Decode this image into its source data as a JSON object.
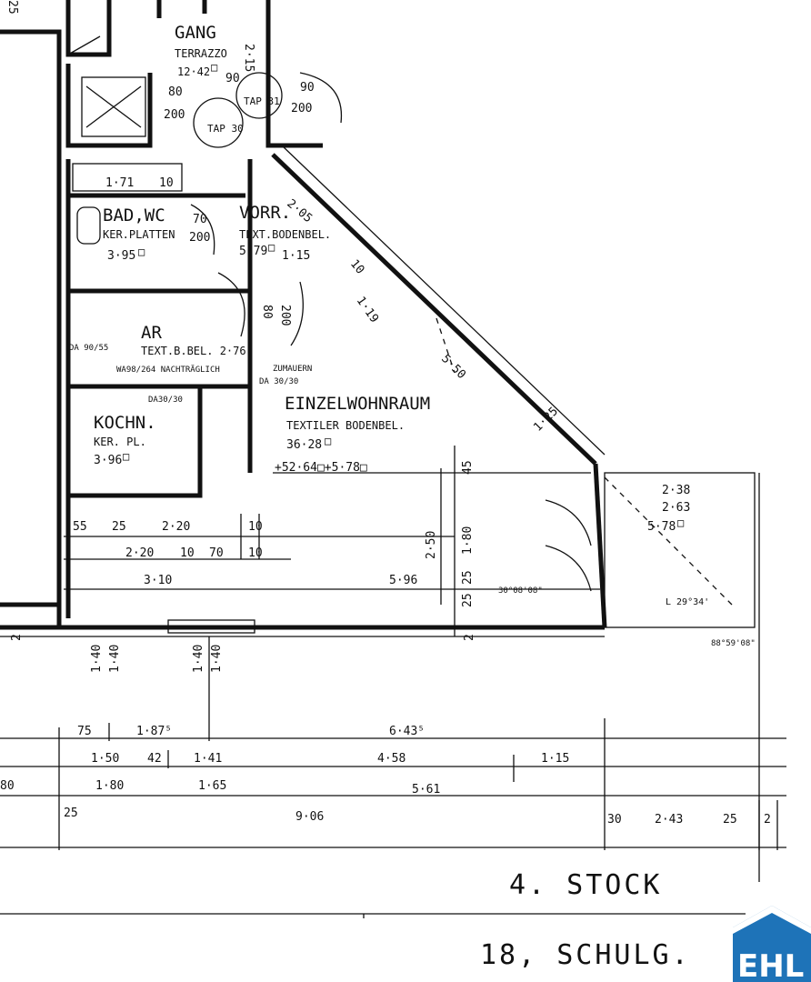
{
  "rooms": {
    "gang": {
      "name": "GANG",
      "material": "TERRAZZO",
      "area": "12·42",
      "unit": "□"
    },
    "bad": {
      "name": "BAD,WC",
      "material": "KER.PLATTEN",
      "area": "3·95",
      "unit": "□"
    },
    "vorr": {
      "name": "VORR.",
      "material": "TEXT.BODENBEL.",
      "area": "5·79",
      "unit": "□"
    },
    "ar": {
      "name": "AR",
      "material": "TEXT.B.BEL. 2·76",
      "extra": "WA98/264 NACHTRÄGLICH"
    },
    "koch": {
      "name": "KOCHN.",
      "material": "KER. PL.",
      "area": "3·96",
      "unit": "□"
    },
    "einzel": {
      "name": "EINZELWOHNRAUM",
      "material": "TEXTILER BODENBEL.",
      "area": "36·28",
      "unit": "□",
      "sum": "+52·64□+5·78□"
    },
    "balkon": {
      "area": "5·78",
      "unit": "□",
      "d1": "2·38",
      "d2": "2·63"
    }
  },
  "annotations": {
    "tap30": "TAP 30",
    "tap31": "TAP 31",
    "zumauern": "ZUMAUERN",
    "da3030": "DA 30/30",
    "da3030b": "DA30/30",
    "da9055": "DA 90/55",
    "angle1": "30°08'08\"",
    "angle2": "L 29°34'",
    "angle3": "88°59'08\""
  },
  "dimensions": {
    "d_215": "2·15",
    "d_90a": "90",
    "d_80": "80",
    "d_200a": "200",
    "d_90b": "90",
    "d_200b": "200",
    "d_171": "1·71",
    "d_10a": "10",
    "d_70": "70",
    "d_200c": "200",
    "d_205": "2·05",
    "d_115": "1·15",
    "d_10b": "10",
    "d_119": "1·19",
    "d_550": "5·50",
    "d_125": "1·25",
    "d_80b": "80",
    "d_200d": "200",
    "d_45": "45",
    "d_180": "1·80",
    "d_250": "2·50",
    "d_25a": "25",
    "d_25b": "25",
    "d_2a": "2",
    "r1_55": "55",
    "r1_25": "25",
    "r1_220": "2·20",
    "r1_10": "10",
    "r2_220": "2·20",
    "r2_10": "10",
    "r2_70": "70",
    "r2_10b": "10",
    "r3_310": "3·10",
    "r3_596": "5·96",
    "v_140a": "1·40",
    "v_140b": "1·40",
    "v_140c": "1·40",
    "v_140d": "1·40",
    "b1_75": "75",
    "b1_1875": "1·87⁵",
    "b1_6435": "6·43⁵",
    "b2_150": "1·50",
    "b2_42": "42",
    "b2_141": "1·41",
    "b2_458": "4·58",
    "b2_115": "1·15",
    "b3_80": "80",
    "b3_180": "1·80",
    "b3_165": "1·65",
    "b3_561": "5·61",
    "b4_25": "25",
    "b4_906": "9·06",
    "b4_30": "30",
    "b4_243": "2·43",
    "b4_25b": "25",
    "b4_2": "2",
    "side_2": "2",
    "top_25": "25"
  },
  "footer": {
    "floor": "4. STOCK",
    "address": "18, SCHULG."
  },
  "logo": {
    "text": "EHL",
    "color": "#1e73b8"
  }
}
